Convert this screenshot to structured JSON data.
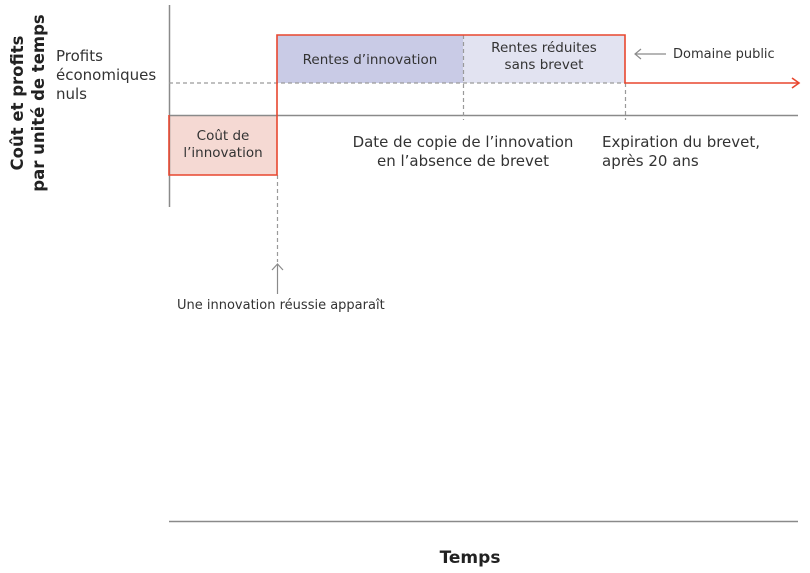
{
  "axes": {
    "y_label_line1": "Coût et profits",
    "y_label_line2": "par unité de temps",
    "x_label": "Temps",
    "y_tick_label_line1": "Profits",
    "y_tick_label_line2": "économiques",
    "y_tick_label_line3": "nuls"
  },
  "regions": {
    "cost_line1": "Coût de",
    "cost_line2": "l’innovation",
    "rents": "Rentes d’innovation",
    "reduced_line1": "Rentes réduites",
    "reduced_line2": "sans brevet"
  },
  "annotations": {
    "public_domain": "Domaine public",
    "copy_date_line1": "Date de copie de l’innovation",
    "copy_date_line2": "en l’absence de brevet",
    "expiry_line1": "Expiration du brevet,",
    "expiry_line2": "après 20 ans",
    "innovation_appears": "Une innovation réussie apparaît"
  },
  "colors": {
    "line_red": "#e8472f",
    "cost_fill": "#f5d9d3",
    "rents_fill": "#c9cbe6",
    "reduced_fill": "#e2e3f1",
    "axis": "#8a8a8a",
    "dashed": "#9a9a9a"
  }
}
